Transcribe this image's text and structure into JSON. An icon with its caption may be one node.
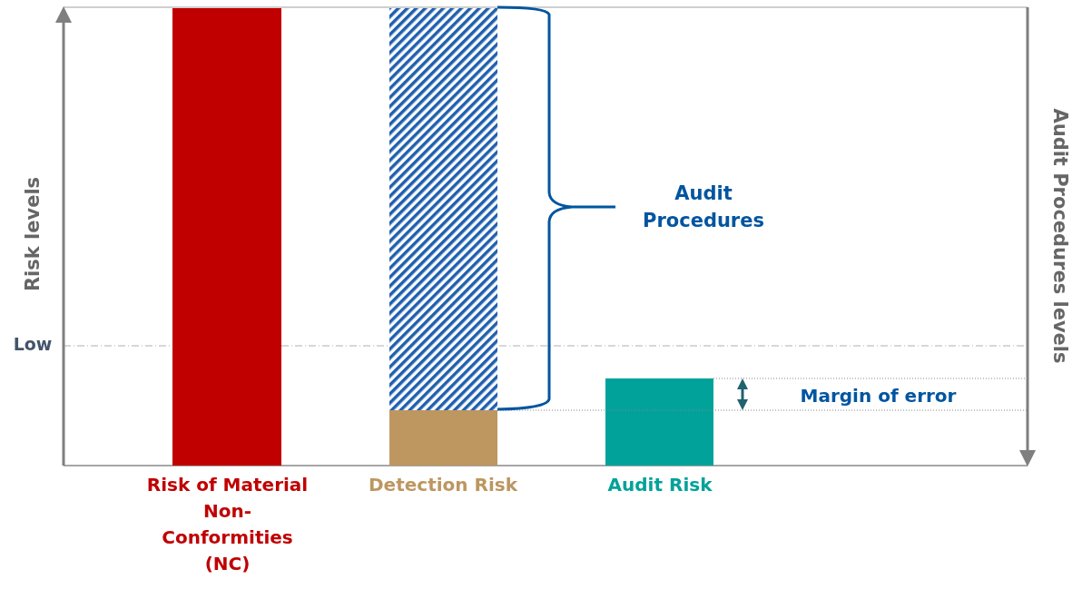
{
  "diagram": {
    "nodes": [
      {
        "text": [],
        "shape": "bar"
      },
      {
        "text": [],
        "shape": "bar"
      },
      {
        "text": [],
        "shape": "bar"
      },
      {
        "text": [],
        "shape": "bar"
      }
    ],
    "labels": [
      "Risk levels",
      "Low",
      "Audit Procedures levels",
      "Audit Procedures",
      "Margin of error",
      "Risk of Material Non-Conformities (NC)",
      "Detection Risk",
      "Audit Risk"
    ]
  }
}
